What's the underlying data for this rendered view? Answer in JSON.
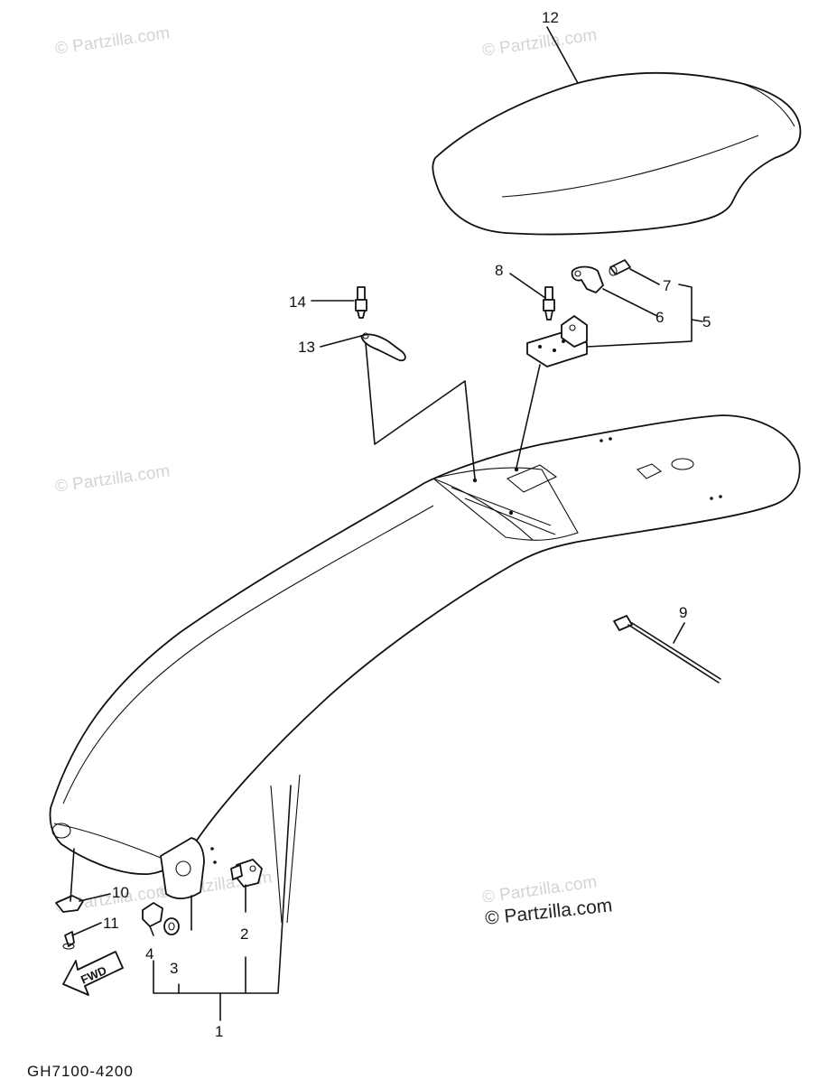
{
  "watermarks": [
    "© Partzilla.com",
    "© Partzilla.com",
    "© Partzilla.com",
    "© Partzilla.com",
    "© Partzilla.com",
    "© Partzilla.com",
    "© Partzilla.com"
  ],
  "main_watermark": "© Partzilla.com",
  "callouts": {
    "n1": "1",
    "n2": "2",
    "n3": "3",
    "n4": "4",
    "n5": "5",
    "n6": "6",
    "n7": "7",
    "n8": "8",
    "n9": "9",
    "n10": "10",
    "n11": "11",
    "n12": "12",
    "n13": "13",
    "n14": "14"
  },
  "fwd_arrow": "FWD",
  "diagram_code": "GH7100-4200"
}
